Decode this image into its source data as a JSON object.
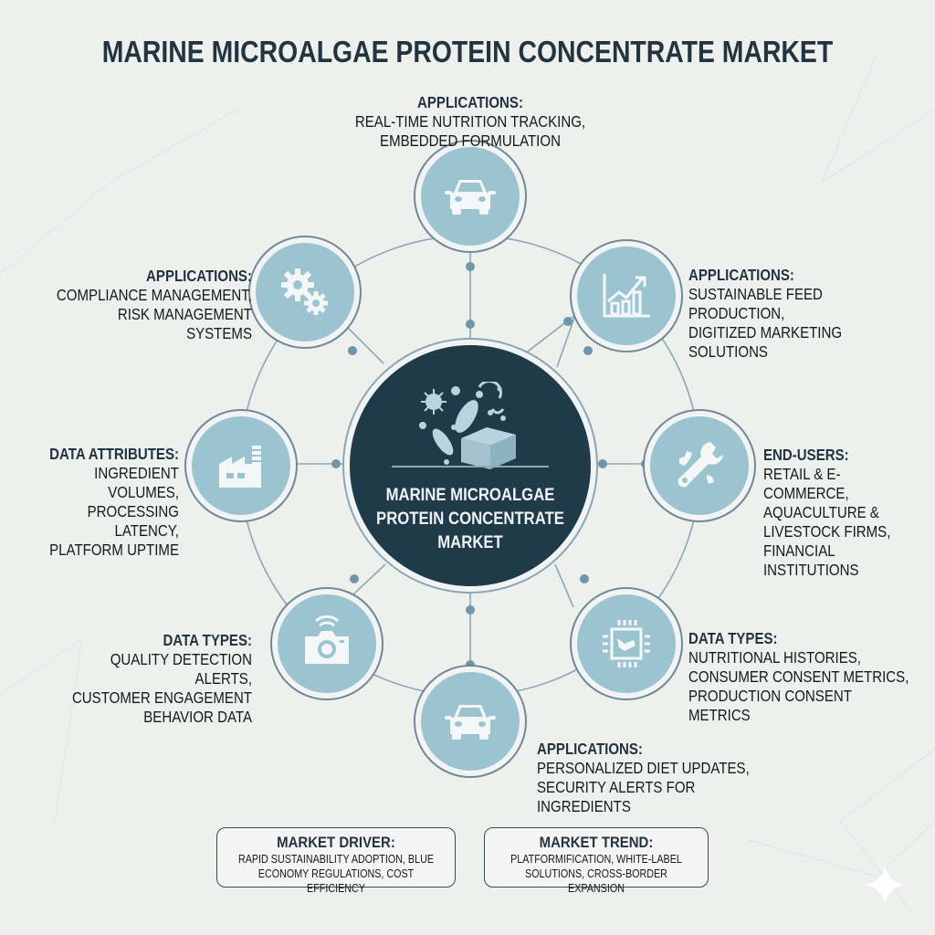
{
  "title": "MARINE MICROALGAE PROTEIN CONCENTRATE MARKET",
  "hub": {
    "label": "MARINE MICROALGAE PROTEIN CONCENTRATE MARKET",
    "lines": [
      "MARINE MICROALGAE",
      "PROTEIN CONCENTRATE",
      "MARKET"
    ],
    "icon": "microorganisms-and-protein-block-icon"
  },
  "nodes": [
    {
      "position": "top",
      "icon": "car-icon",
      "heading": "APPLICATIONS:",
      "lines": [
        "REAL-TIME NUTRITION TRACKING,",
        "EMBEDDED FORMULATION"
      ]
    },
    {
      "position": "top-right",
      "icon": "growth-chart-icon",
      "heading": "APPLICATIONS:",
      "lines": [
        "SUSTAINABLE FEED PRODUCTION,",
        "DIGITIZED MARKETING SOLUTIONS"
      ]
    },
    {
      "position": "right",
      "icon": "wrench-gear-icon",
      "heading": "END-USERS:",
      "lines": [
        "RETAIL & E-COMMERCE,",
        "AQUACULTURE &",
        "LIVESTOCK FIRMS,",
        "FINANCIAL INSTITUTIONS"
      ]
    },
    {
      "position": "bottom-right",
      "icon": "microchip-icon",
      "heading": "DATA TYPES:",
      "lines": [
        "NUTRITIONAL HISTORIES,",
        "CONSUMER CONSENT METRICS,",
        "PRODUCTION CONSENT METRICS"
      ]
    },
    {
      "position": "bottom",
      "icon": "car-icon",
      "heading": "APPLICATIONS:",
      "lines": [
        "PERSONALIZED DIET UPDATES,",
        "SECURITY ALERTS FOR INGREDIENTS"
      ]
    },
    {
      "position": "bottom-left",
      "icon": "wireless-camera-icon",
      "heading": "DATA TYPES:",
      "lines": [
        "QUALITY DETECTION ALERTS,",
        "CUSTOMER ENGAGEMENT",
        "BEHAVIOR DATA"
      ]
    },
    {
      "position": "left",
      "icon": "factory-icon",
      "heading": "DATA ATTRIBUTES:",
      "lines": [
        "INGREDIENT VOLUMES,",
        "PROCESSING LATENCY,",
        "PLATFORM UPTIME"
      ]
    },
    {
      "position": "top-left",
      "icon": "gears-icon",
      "heading": "APPLICATIONS:",
      "lines": [
        "COMPLIANCE MANAGEMENT,",
        "RISK MANAGEMENT SYSTEMS"
      ]
    }
  ],
  "footer": {
    "driver": {
      "heading": "MARKET DRIVER:",
      "lines": [
        "RAPID SUSTAINABILITY ADOPTION, BLUE",
        "ECONOMY REGULATIONS, COST EFFICIENCY"
      ]
    },
    "trend": {
      "heading": "MARKET TREND:",
      "lines": [
        "PLATFORMIFICATION, WHITE-LABEL",
        "SOLUTIONS, CROSS-BORDER EXPANSION"
      ]
    }
  },
  "colors": {
    "background": "#eef0ee",
    "hub_fill": "#1f3b4a",
    "node_fill": "#9cc3d0",
    "connector": "#8aa7b3",
    "connector_dot": "#6f95a8",
    "title": "#22343f"
  }
}
